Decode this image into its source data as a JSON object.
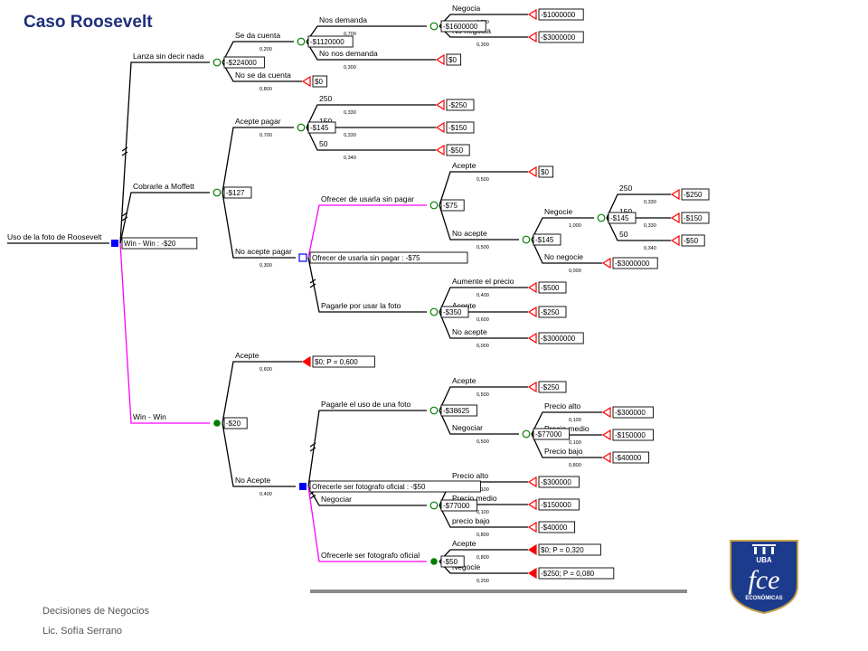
{
  "title": "Caso Roosevelt",
  "footer": {
    "course": "Decisiones de Negocios",
    "author": "Lic. Sofía Serrano"
  },
  "logo": {
    "top": "UBA",
    "main": "fce",
    "sub": "ECONÓMICAS",
    "color": "#1d3b8c",
    "accent": "#c8a24a"
  },
  "colors": {
    "decision": "#0000ff",
    "chance": "#008000",
    "terminal": "#ff0000",
    "highlight": "#ff00ff",
    "line": "#000000"
  },
  "nodes": [
    {
      "id": "root",
      "type": "none"
    },
    {
      "id": "d1",
      "type": "decision",
      "value": "Win - Win : -$20"
    },
    {
      "id": "c_lanza",
      "type": "chance",
      "value": "-$224000"
    },
    {
      "id": "c_seda",
      "type": "chance",
      "value": "-$1120000"
    },
    {
      "id": "c_negocia",
      "type": "chance",
      "value": "-$1600000"
    },
    {
      "id": "c_cobrar",
      "type": "chance",
      "value": "-$127"
    },
    {
      "id": "c_acepte_pagar",
      "type": "chance",
      "value": "-$145"
    },
    {
      "id": "d2",
      "type": "decision-empty",
      "value": "Ofrecer de usarla sin  pagar : -$75"
    },
    {
      "id": "c_ofrecer",
      "type": "chance",
      "value": "-$75"
    },
    {
      "id": "c_noacepte",
      "type": "chance",
      "value": "-$145"
    },
    {
      "id": "c_negocie",
      "type": "chance",
      "value": "-$145"
    },
    {
      "id": "c_pagarle",
      "type": "chance",
      "value": "-$350"
    },
    {
      "id": "c_winwin",
      "type": "chance-filled",
      "value": "-$20"
    },
    {
      "id": "d3",
      "type": "decision",
      "value": "Ofrecerle ser fotografo oficial : -$50"
    },
    {
      "id": "c_uso_foto",
      "type": "chance",
      "value": "-$38625"
    },
    {
      "id": "c_negociar1",
      "type": "chance",
      "value": "-$77000"
    },
    {
      "id": "c_negociar2",
      "type": "chance",
      "value": "-$77000"
    },
    {
      "id": "c_fotografo",
      "type": "chance-filled",
      "value": "-$50"
    }
  ],
  "edges": [
    {
      "from": "root",
      "to": "d1",
      "label": "Uso de la foto de Roosevelt",
      "prob": ""
    },
    {
      "from": "d1",
      "to": "c_lanza",
      "label": "Lanza sin decir nada",
      "prob": "",
      "cut": true
    },
    {
      "from": "d1",
      "to": "c_cobrar",
      "label": "Cobrarle a Moffett",
      "prob": "",
      "cut": true
    },
    {
      "from": "d1",
      "to": "c_winwin",
      "label": "Win - Win",
      "prob": "",
      "highlight": true
    },
    {
      "from": "c_lanza",
      "to": "c_seda",
      "label": "Se da cuenta",
      "prob": "0,200"
    },
    {
      "from": "c_lanza",
      "to": "t_nose",
      "label": "No se da cuenta",
      "prob": "0,800"
    },
    {
      "from": "c_seda",
      "to": "c_negocia",
      "label": "Nos demanda",
      "prob": "0,700"
    },
    {
      "from": "c_seda",
      "to": "t_nonos",
      "label": "No nos demanda",
      "prob": "0,300"
    },
    {
      "from": "c_negocia",
      "to": "t_neg1",
      "label": "Negocia",
      "prob": "0,700"
    },
    {
      "from": "c_negocia",
      "to": "t_neg2",
      "label": "No negocia",
      "prob": "0,300"
    },
    {
      "from": "c_cobrar",
      "to": "c_acepte_pagar",
      "label": "Acepte pagar",
      "prob": "0,700"
    },
    {
      "from": "c_cobrar",
      "to": "d2",
      "label": "No acepte pagar",
      "prob": "0,300"
    },
    {
      "from": "c_acepte_pagar",
      "to": "t_250a",
      "label": "250",
      "prob": "0,330"
    },
    {
      "from": "c_acepte_pagar",
      "to": "t_150a",
      "label": "150",
      "prob": "0,330"
    },
    {
      "from": "c_acepte_pagar",
      "to": "t_50a",
      "label": "50",
      "prob": "0,340"
    },
    {
      "from": "d2",
      "to": "c_ofrecer",
      "label": "Ofrecer de usarla sin  pagar",
      "prob": "",
      "highlight": true
    },
    {
      "from": "d2",
      "to": "c_pagarle",
      "label": "Pagarle por usar la foto",
      "prob": "",
      "cut": true
    },
    {
      "from": "c_ofrecer",
      "to": "t_acepte1",
      "label": "Acepte",
      "prob": "0,500"
    },
    {
      "from": "c_ofrecer",
      "to": "c_noacepte",
      "label": "No acepte",
      "prob": "0,500"
    },
    {
      "from": "c_noacepte",
      "to": "c_negocie",
      "label": "Negocie",
      "prob": "1,000"
    },
    {
      "from": "c_noacepte",
      "to": "t_nonegocie",
      "label": "No negocie",
      "prob": "0,000"
    },
    {
      "from": "c_negocie",
      "to": "t_250b",
      "label": "250",
      "prob": "0,330"
    },
    {
      "from": "c_negocie",
      "to": "t_150b",
      "label": "150",
      "prob": "0,330"
    },
    {
      "from": "c_negocie",
      "to": "t_50b",
      "label": "50",
      "prob": "0,340"
    },
    {
      "from": "c_pagarle",
      "to": "t_aum",
      "label": "Aumente el precio",
      "prob": "0,400"
    },
    {
      "from": "c_pagarle",
      "to": "t_acepte2",
      "label": "Acepte",
      "prob": "0,600"
    },
    {
      "from": "c_pagarle",
      "to": "t_noacepte2",
      "label": "No acepte",
      "prob": "0,000"
    },
    {
      "from": "c_winwin",
      "to": "t_acepte3",
      "label": "Acepte",
      "prob": "0,600"
    },
    {
      "from": "c_winwin",
      "to": "d3",
      "label": "No Acepte",
      "prob": "0,400"
    },
    {
      "from": "d3",
      "to": "c_uso_foto",
      "label": "Pagarle el uso de una foto",
      "prob": "",
      "cut": true
    },
    {
      "from": "d3",
      "to": "c_negociar2",
      "label": "Negociar",
      "prob": "",
      "cut": true
    },
    {
      "from": "d3",
      "to": "c_fotografo",
      "label": "Ofrecerle ser fotografo oficial",
      "prob": "",
      "highlight": true
    },
    {
      "from": "c_uso_foto",
      "to": "t_acepte4",
      "label": "Acepte",
      "prob": "0,500"
    },
    {
      "from": "c_uso_foto",
      "to": "c_negociar1",
      "label": "Negociar",
      "prob": "0,500"
    },
    {
      "from": "c_negociar1",
      "to": "t_alto1",
      "label": "Precio alto",
      "prob": "0,100"
    },
    {
      "from": "c_negociar1",
      "to": "t_medio1",
      "label": "Precio medio",
      "prob": "0,100"
    },
    {
      "from": "c_negociar1",
      "to": "t_bajo1",
      "label": "Precio bajo",
      "prob": "0,800"
    },
    {
      "from": "c_negociar2",
      "to": "t_alto2",
      "label": "Precio alto",
      "prob": "0,100"
    },
    {
      "from": "c_negociar2",
      "to": "t_medio2",
      "label": "Precio medio",
      "prob": "0,100"
    },
    {
      "from": "c_negociar2",
      "to": "t_bajo2",
      "label": "precio bajo",
      "prob": "0,800"
    },
    {
      "from": "c_fotografo",
      "to": "t_acepte5",
      "label": "Acepte",
      "prob": "0,800"
    },
    {
      "from": "c_fotografo",
      "to": "t_negocie5",
      "label": "Negocie",
      "prob": "0,200"
    }
  ],
  "terminals": [
    {
      "id": "t_neg1",
      "value": "-$1000000",
      "filled": false
    },
    {
      "id": "t_neg2",
      "value": "-$3000000",
      "filled": false
    },
    {
      "id": "t_nonos",
      "value": "$0",
      "filled": false
    },
    {
      "id": "t_nose",
      "value": "$0",
      "filled": false
    },
    {
      "id": "t_250a",
      "value": "-$250",
      "filled": false
    },
    {
      "id": "t_150a",
      "value": "-$150",
      "filled": false
    },
    {
      "id": "t_50a",
      "value": "-$50",
      "filled": false
    },
    {
      "id": "t_acepte1",
      "value": "$0",
      "filled": false
    },
    {
      "id": "t_250b",
      "value": "-$250",
      "filled": false
    },
    {
      "id": "t_150b",
      "value": "-$150",
      "filled": false
    },
    {
      "id": "t_50b",
      "value": "-$50",
      "filled": false
    },
    {
      "id": "t_nonegocie",
      "value": "-$3000000",
      "filled": false
    },
    {
      "id": "t_aum",
      "value": "-$500",
      "filled": false
    },
    {
      "id": "t_acepte2",
      "value": "-$250",
      "filled": false
    },
    {
      "id": "t_noacepte2",
      "value": "-$3000000",
      "filled": false
    },
    {
      "id": "t_acepte3",
      "value": "$0; P = 0,600",
      "filled": true
    },
    {
      "id": "t_acepte4",
      "value": "-$250",
      "filled": false
    },
    {
      "id": "t_alto1",
      "value": "-$300000",
      "filled": false
    },
    {
      "id": "t_medio1",
      "value": "-$150000",
      "filled": false
    },
    {
      "id": "t_bajo1",
      "value": "-$40000",
      "filled": false
    },
    {
      "id": "t_alto2",
      "value": "-$300000",
      "filled": false
    },
    {
      "id": "t_medio2",
      "value": "-$150000",
      "filled": false
    },
    {
      "id": "t_bajo2",
      "value": "-$40000",
      "filled": false
    },
    {
      "id": "t_acepte5",
      "value": "$0; P = 0,320",
      "filled": true
    },
    {
      "id": "t_negocie5",
      "value": "-$250; P = 0,080",
      "filled": true
    }
  ]
}
